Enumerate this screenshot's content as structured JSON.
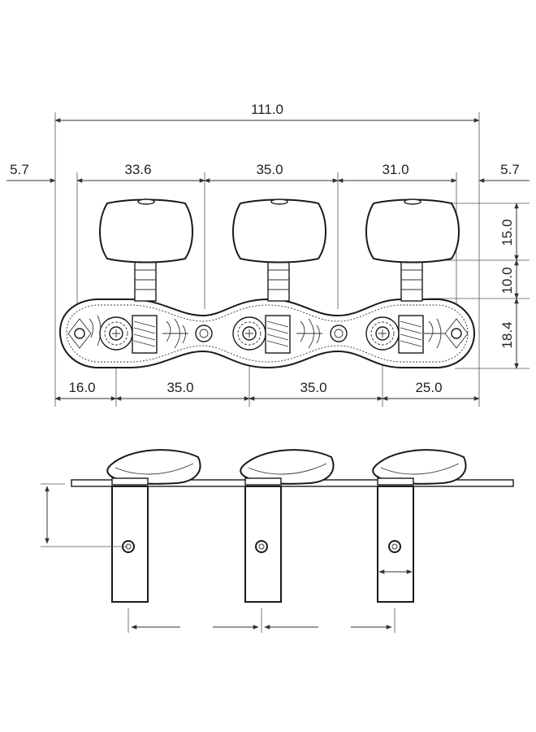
{
  "dimensions": {
    "overall_width": "111.0",
    "left_margin": "5.7",
    "spacing_1": "33.6",
    "spacing_2": "35.0",
    "spacing_3": "31.0",
    "right_margin": "5.7",
    "button_height": "15.0",
    "shaft_height": "10.0",
    "plate_height": "18.4",
    "bottom_1": "16.0",
    "bottom_2": "35.0",
    "bottom_3": "35.0",
    "bottom_4": "25.0"
  }
}
